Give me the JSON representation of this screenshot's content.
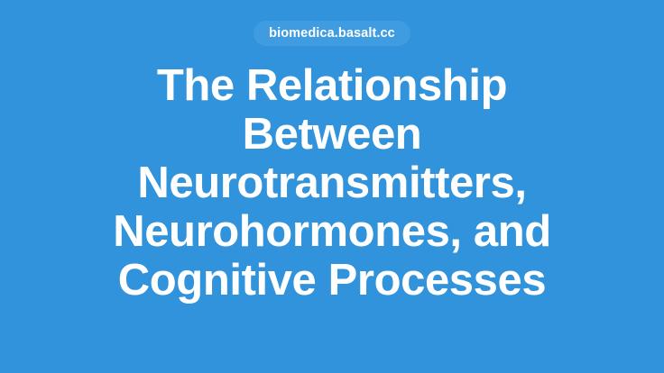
{
  "card": {
    "background_color": "#3193db",
    "badge": {
      "name": "domain-badge",
      "text": "biomedica.basalt.cc",
      "background_color": "#409ce1",
      "text_color": "#ffffff"
    },
    "title": {
      "name": "article-title",
      "full_text": "The Relationship Between Neurotransmitters, Neurohormones, and Cognitive Processes",
      "text_color": "#ffffff",
      "lines": [
        "The Relationship",
        "Between",
        "Neurotransmitters,",
        "Neurohormones, and",
        "Cognitive Processes"
      ]
    }
  }
}
